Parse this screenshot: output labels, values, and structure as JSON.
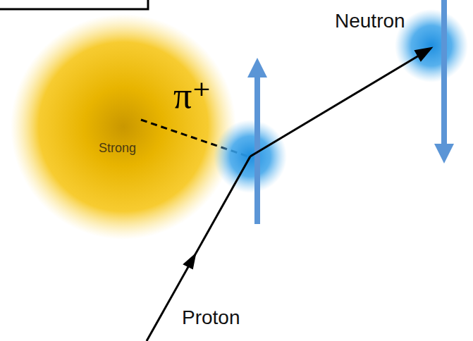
{
  "diagram": {
    "nodes": [
      {
        "text": [
          "Strong"
        ]
      },
      {
        "text": [
          "Neutron"
        ]
      }
    ],
    "labels": [
      "π⁺",
      "Proton"
    ]
  }
}
